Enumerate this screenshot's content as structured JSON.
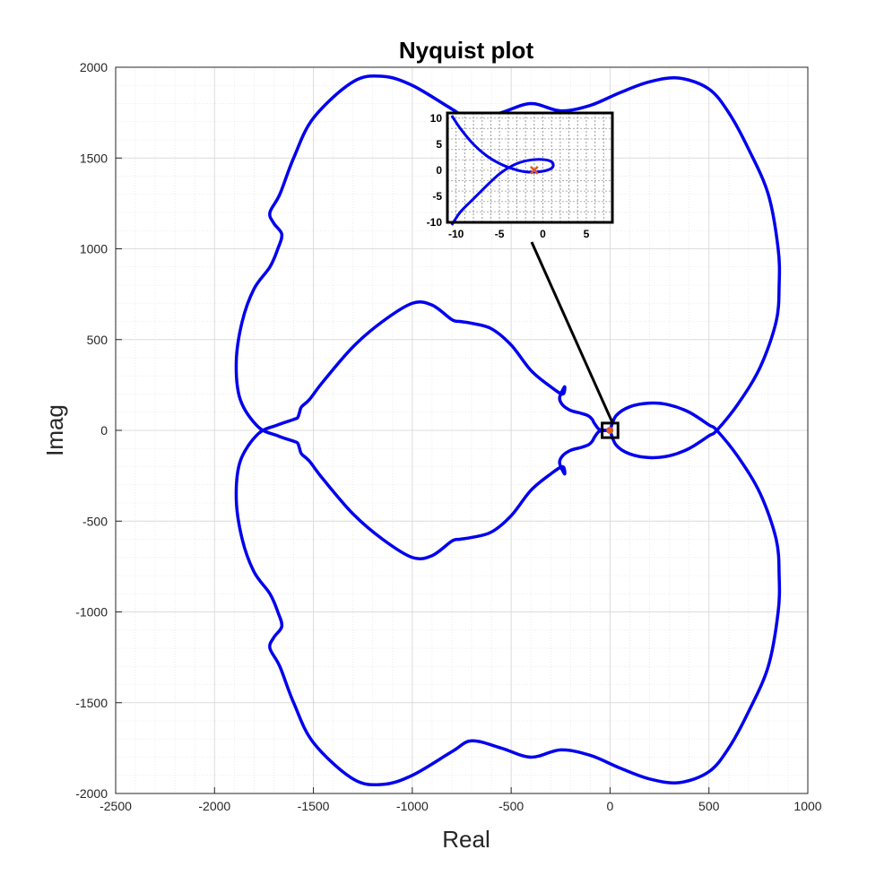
{
  "chart_data": {
    "type": "line",
    "title": "Nyquist plot",
    "xlabel": "Real",
    "ylabel": "Imag",
    "xlim": [
      -2500,
      1000
    ],
    "ylim": [
      -2000,
      2000
    ],
    "xticks": [
      -2500,
      -2000,
      -1500,
      -1000,
      -500,
      0,
      500,
      1000
    ],
    "yticks": [
      -2000,
      -1500,
      -1000,
      -500,
      0,
      500,
      1000,
      1500,
      2000
    ],
    "xtick_labels": [
      "-2500",
      "-2000",
      "-1500",
      "-1000",
      "-500",
      "0",
      "500",
      "1000"
    ],
    "ytick_labels": [
      "-2000",
      "-1500",
      "-1000",
      "-500",
      "0",
      "500",
      "1000",
      "1500",
      "2000"
    ],
    "grid": true,
    "minor_grid": true,
    "series": [
      {
        "color": "#0000ee",
        "x": [
          0,
          30,
          100,
          200,
          300,
          400,
          500,
          540,
          650,
          760,
          840,
          855,
          850,
          800,
          700,
          600,
          500,
          350,
          200,
          50,
          -100,
          -250,
          -400,
          -550,
          -700,
          -800,
          -1000,
          -1150,
          -1300,
          -1500,
          -1600,
          -1670,
          -1720,
          -1700,
          -1660,
          -1680,
          -1720,
          -1800,
          -1860,
          -1890,
          -1870,
          -1780,
          -1680,
          -1600,
          -1580,
          -1570,
          -1560,
          -1520,
          -1450,
          -1300,
          -1150,
          -1000,
          -900,
          -800,
          -760,
          -700,
          -600,
          -500,
          -400,
          -300,
          -240,
          -230,
          -255,
          -240,
          -200,
          -150,
          -110,
          -90,
          -80,
          -60,
          -40,
          -20,
          0
        ],
        "y": [
          0,
          -80,
          -130,
          -150,
          -140,
          -100,
          -30,
          0,
          150,
          350,
          600,
          800,
          1000,
          1300,
          1550,
          1750,
          1880,
          1940,
          1920,
          1860,
          1790,
          1760,
          1800,
          1750,
          1710,
          1770,
          1900,
          1950,
          1920,
          1720,
          1500,
          1300,
          1200,
          1140,
          1080,
          1000,
          900,
          780,
          600,
          380,
          170,
          20,
          -30,
          -60,
          -70,
          -100,
          -130,
          -170,
          -270,
          -460,
          -600,
          -700,
          -690,
          -610,
          -600,
          -590,
          -560,
          -470,
          -330,
          -240,
          -200,
          -240,
          -180,
          -140,
          -110,
          -95,
          -80,
          -60,
          -40,
          -10,
          0,
          0,
          0
        ],
        "mirror_about_real_axis": true
      }
    ],
    "critical_point": {
      "x": -1,
      "y": 0,
      "marker": "x",
      "color": "#e05a1e"
    },
    "inset": {
      "xlim": [
        -11,
        8
      ],
      "ylim": [
        -10,
        11
      ],
      "xticks": [
        -10,
        -5,
        0,
        5
      ],
      "yticks": [
        -10,
        -5,
        0,
        5,
        10
      ],
      "xtick_labels": [
        "-10",
        "-5",
        "0",
        "5"
      ],
      "ytick_labels": [
        "-10",
        "-5",
        "0",
        "5",
        "10"
      ],
      "zoom_box": {
        "x": [
          -40,
          40
        ],
        "y": [
          -40,
          40
        ]
      },
      "grid": true,
      "curve": {
        "x": [
          -10.5,
          -9.5,
          -8,
          -6.5,
          -5,
          -3.5,
          -2,
          -0.5,
          0.8,
          1.2,
          0.8,
          -0.5,
          -2,
          -3.5,
          -5,
          -6.5,
          -8,
          -9.5,
          -10.5
        ],
        "y": [
          10.5,
          8,
          5,
          2.8,
          1.3,
          0.3,
          -0.3,
          -0.3,
          0.2,
          1,
          1.8,
          2.1,
          1.8,
          0.9,
          -0.7,
          -3,
          -5.5,
          -8,
          -10.5
        ]
      }
    }
  }
}
